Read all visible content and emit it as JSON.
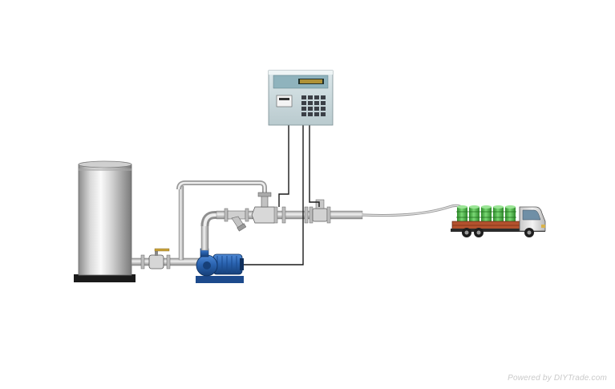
{
  "diagram": {
    "components": [
      {
        "name": "storage-tank"
      },
      {
        "name": "ball-valve"
      },
      {
        "name": "centrifugal-pump"
      },
      {
        "name": "y-strainer"
      },
      {
        "name": "control-valve"
      },
      {
        "name": "flow-meter"
      },
      {
        "name": "batch-controller"
      },
      {
        "name": "loading-hose"
      },
      {
        "name": "truck-with-drums"
      }
    ],
    "connections": [
      {
        "from": "storage-tank",
        "to": "ball-valve"
      },
      {
        "from": "ball-valve",
        "to": "centrifugal-pump"
      },
      {
        "from": "centrifugal-pump",
        "to": "y-strainer"
      },
      {
        "from": "y-strainer",
        "to": "control-valve"
      },
      {
        "from": "control-valve",
        "to": "flow-meter"
      },
      {
        "from": "flow-meter",
        "to": "loading-hose"
      },
      {
        "from": "loading-hose",
        "to": "truck-with-drums"
      },
      {
        "from": "batch-controller",
        "to": "control-valve"
      },
      {
        "from": "batch-controller",
        "to": "flow-meter"
      },
      {
        "from": "batch-controller",
        "to": "centrifugal-pump"
      }
    ],
    "colors": {
      "pump": "#2a63b0",
      "controller_body": "#c9d8dc",
      "pipe": "#c8c8c8",
      "signal_wire": "#1a1a1a",
      "drum": "#4fb84a",
      "truck_bed": "#b3522e"
    }
  },
  "watermark": {
    "text": "Powered by DIYTrade.com"
  }
}
